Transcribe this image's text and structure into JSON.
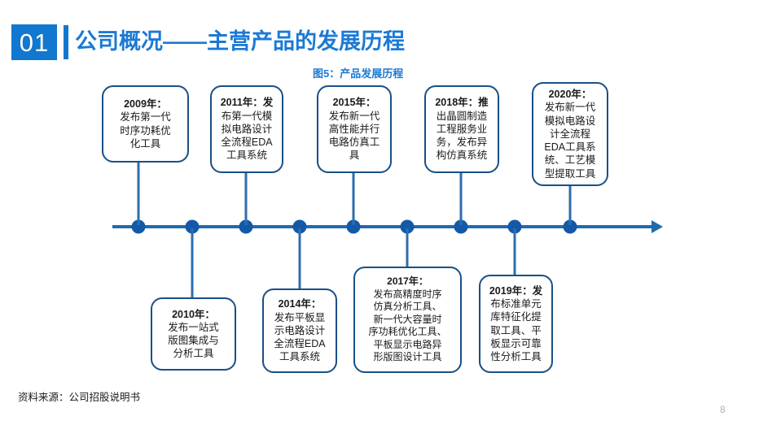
{
  "header": {
    "section_number": "01",
    "title": "公司概况——主营产品的发展历程",
    "figure_caption": "图5：产品发展历程",
    "accent_color": "#1277ce",
    "title_color": "#1c7ad4"
  },
  "timeline": {
    "axis_color": "#1f6bb0",
    "dot_color": "#1359a8",
    "box_border_color": "#1a4f88",
    "dot_count": 9,
    "events": [
      {
        "id": "event-2009",
        "year": "2009年：",
        "body": "发布第一代\n时序功耗优\n化工具",
        "position": "above",
        "dot_index": 0
      },
      {
        "id": "event-2010",
        "year": "2010年：",
        "body": "发布一站式\n版图集成与\n分析工具",
        "position": "below",
        "dot_index": 1
      },
      {
        "id": "event-2011",
        "year": "2011年：发",
        "body": "布第一代模\n拟电路设计\n全流程EDA\n工具系统",
        "position": "above",
        "dot_index": 2
      },
      {
        "id": "event-2014",
        "year": "2014年：",
        "body": "发布平板显\n示电路设计\n全流程EDA\n工具系统",
        "position": "below",
        "dot_index": 3
      },
      {
        "id": "event-2015",
        "year": "2015年：",
        "body": "发布新一代\n高性能并行\n电路仿真工\n具",
        "position": "above",
        "dot_index": 4
      },
      {
        "id": "event-2017",
        "year": "2017年：",
        "body": "发布高精度时序\n仿真分析工具、\n新一代大容量时\n序功耗优化工具、\n平板显示电路异\n形版图设计工具",
        "position": "below",
        "dot_index": 5
      },
      {
        "id": "event-2018",
        "year": "2018年：推",
        "body": "出晶圆制造\n工程服务业\n务，发布异\n构仿真系统",
        "position": "above",
        "dot_index": 6
      },
      {
        "id": "event-2019",
        "year": "2019年：发",
        "body": "布标准单元\n库特征化提\n取工具、平\n板显示可靠\n性分析工具",
        "position": "below",
        "dot_index": 7
      },
      {
        "id": "event-2020",
        "year": "2020年：",
        "body": "发布新一代\n模拟电路设\n计全流程\nEDA工具系\n统、工艺模\n型提取工具",
        "position": "above",
        "dot_index": 8
      }
    ]
  },
  "footer": {
    "source": "资料来源：公司招股说明书",
    "page_number": "8"
  }
}
